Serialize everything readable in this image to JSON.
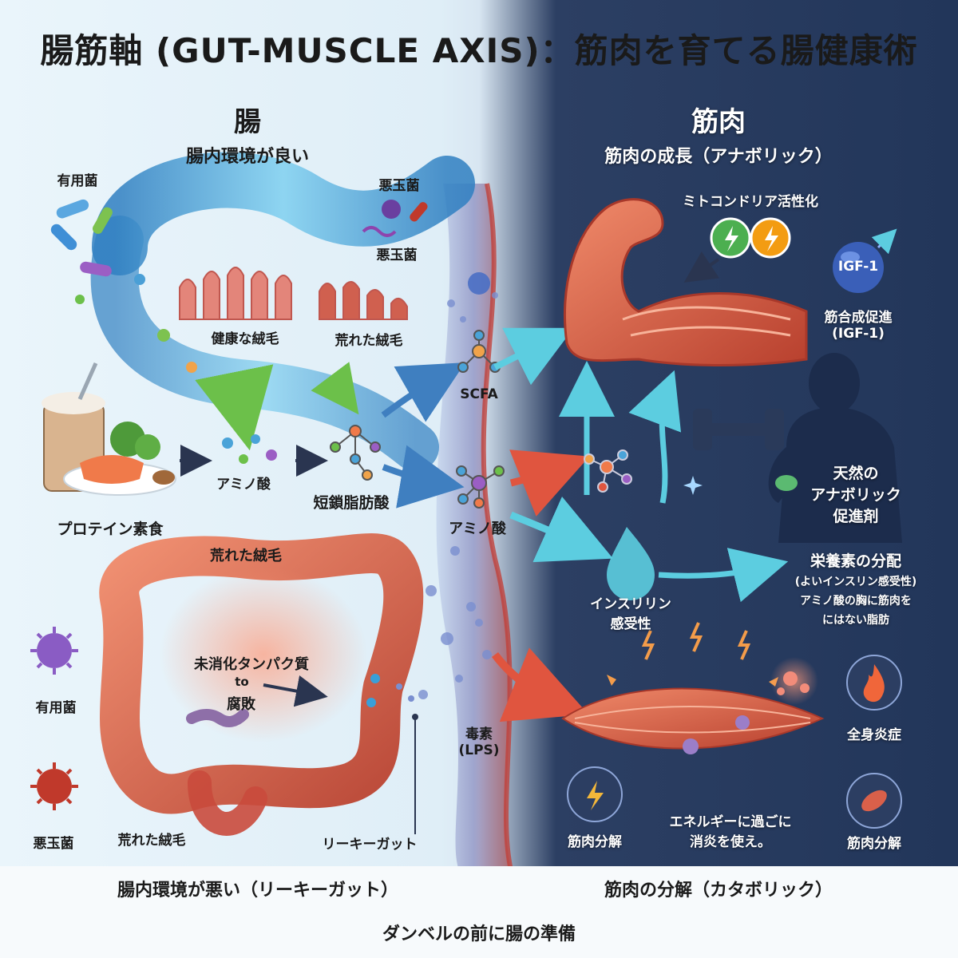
{
  "title": "腸筋軸 (GUT-MUSCLE AXIS)：筋肉を育てる腸健康術",
  "left": {
    "heading": "腸",
    "subheading": "腸内環境が良い",
    "good_bacteria": "有用菌",
    "bad_bacteria_1": "悪玉菌",
    "bad_bacteria_2": "悪玉菌",
    "healthy_villi": "健康な絨毛",
    "damaged_villi": "荒れた絨毛",
    "protein_diet": "プロテイン素食",
    "amino_acid": "アミノ酸",
    "scfa_jp": "短鎖脂肪酸",
    "damaged_villi_2": "荒れた絨毛",
    "undigested_1": "未消化タンパク質",
    "undigested_2": "to",
    "undigested_3": "腐敗",
    "good_bacteria_2": "有用菌",
    "bad_bacteria_3": "悪玉菌",
    "damaged_villi_3": "荒れた絨毛",
    "leaky_gut": "リーキーガット",
    "footer": "腸内環境が悪い（リーキーガット）"
  },
  "middle": {
    "scfa": "SCFA",
    "amino_acid": "アミノ酸",
    "toxin_1": "毒素",
    "toxin_2": "(LPS)"
  },
  "right": {
    "heading": "筋肉",
    "subheading": "筋肉の成長（アナボリック）",
    "mito": "ミトコンドリア活性化",
    "igf_badge": "IGF-1",
    "synthesis_1": "筋合成促進",
    "synthesis_2": "(IGF-1)",
    "anabolic_1": "天然の",
    "anabolic_2": "アナボリック",
    "anabolic_3": "促進剤",
    "nutrient_1": "栄養素の分配",
    "nutrient_2": "(よいインスリン感受性)",
    "nutrient_3": "アミノ酸の胸に筋肉を",
    "nutrient_4": "にはない脂肪",
    "insulin_1": "インスリリン",
    "insulin_2": "感受性",
    "inflammation": "全身炎症",
    "breakdown_1": "筋肉分解",
    "breakdown_2": "筋肉分解",
    "energy_1": "エネルギーに過ごに",
    "energy_2": "消炎を使え。",
    "footer": "筋肉の分解（カタボリック）"
  },
  "bottom_caption": "ダンベルの前に腸の準備",
  "colors": {
    "intestine_blue": "#4aa3d8",
    "villi_red": "#d9605a",
    "colon_red": "#c94a3c",
    "muscle_orange": "#e0694a",
    "arrow_blue": "#3f7fc0",
    "arrow_red": "#e0553f",
    "right_bg": "#22365a",
    "mito_green": "#4caf50",
    "mito_orange": "#f39c12"
  }
}
